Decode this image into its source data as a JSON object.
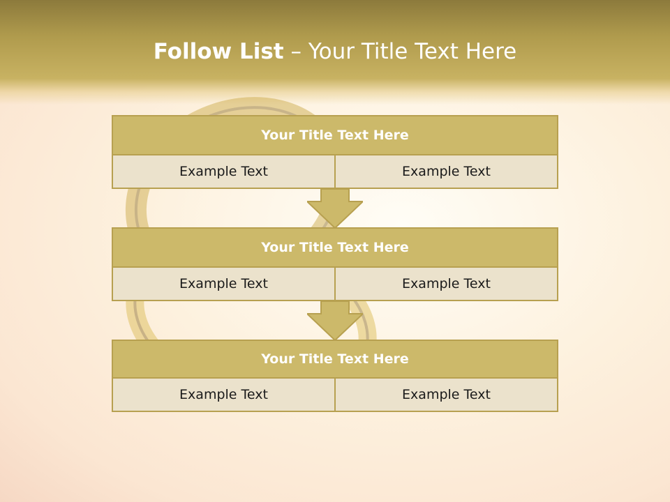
{
  "slide": {
    "title_strong": "Follow List",
    "title_rest": "– Your Title Text Here"
  },
  "blocks": [
    {
      "title": "Your Title Text Here",
      "cells": [
        "Example Text",
        "Example Text"
      ]
    },
    {
      "title": "Your Title Text Here",
      "cells": [
        "Example Text",
        "Example Text"
      ]
    },
    {
      "title": "Your Title Text Here",
      "cells": [
        "Example Text",
        "Example Text"
      ]
    }
  ],
  "colors": {
    "header_gold": "#b09b4d",
    "block_title_fill": "#ccb96a",
    "block_border": "#b7a050",
    "cell_fill": "#ebe2cc"
  },
  "icons": {
    "arrow": "down-arrow-icon",
    "background": "gold-rings-image"
  }
}
